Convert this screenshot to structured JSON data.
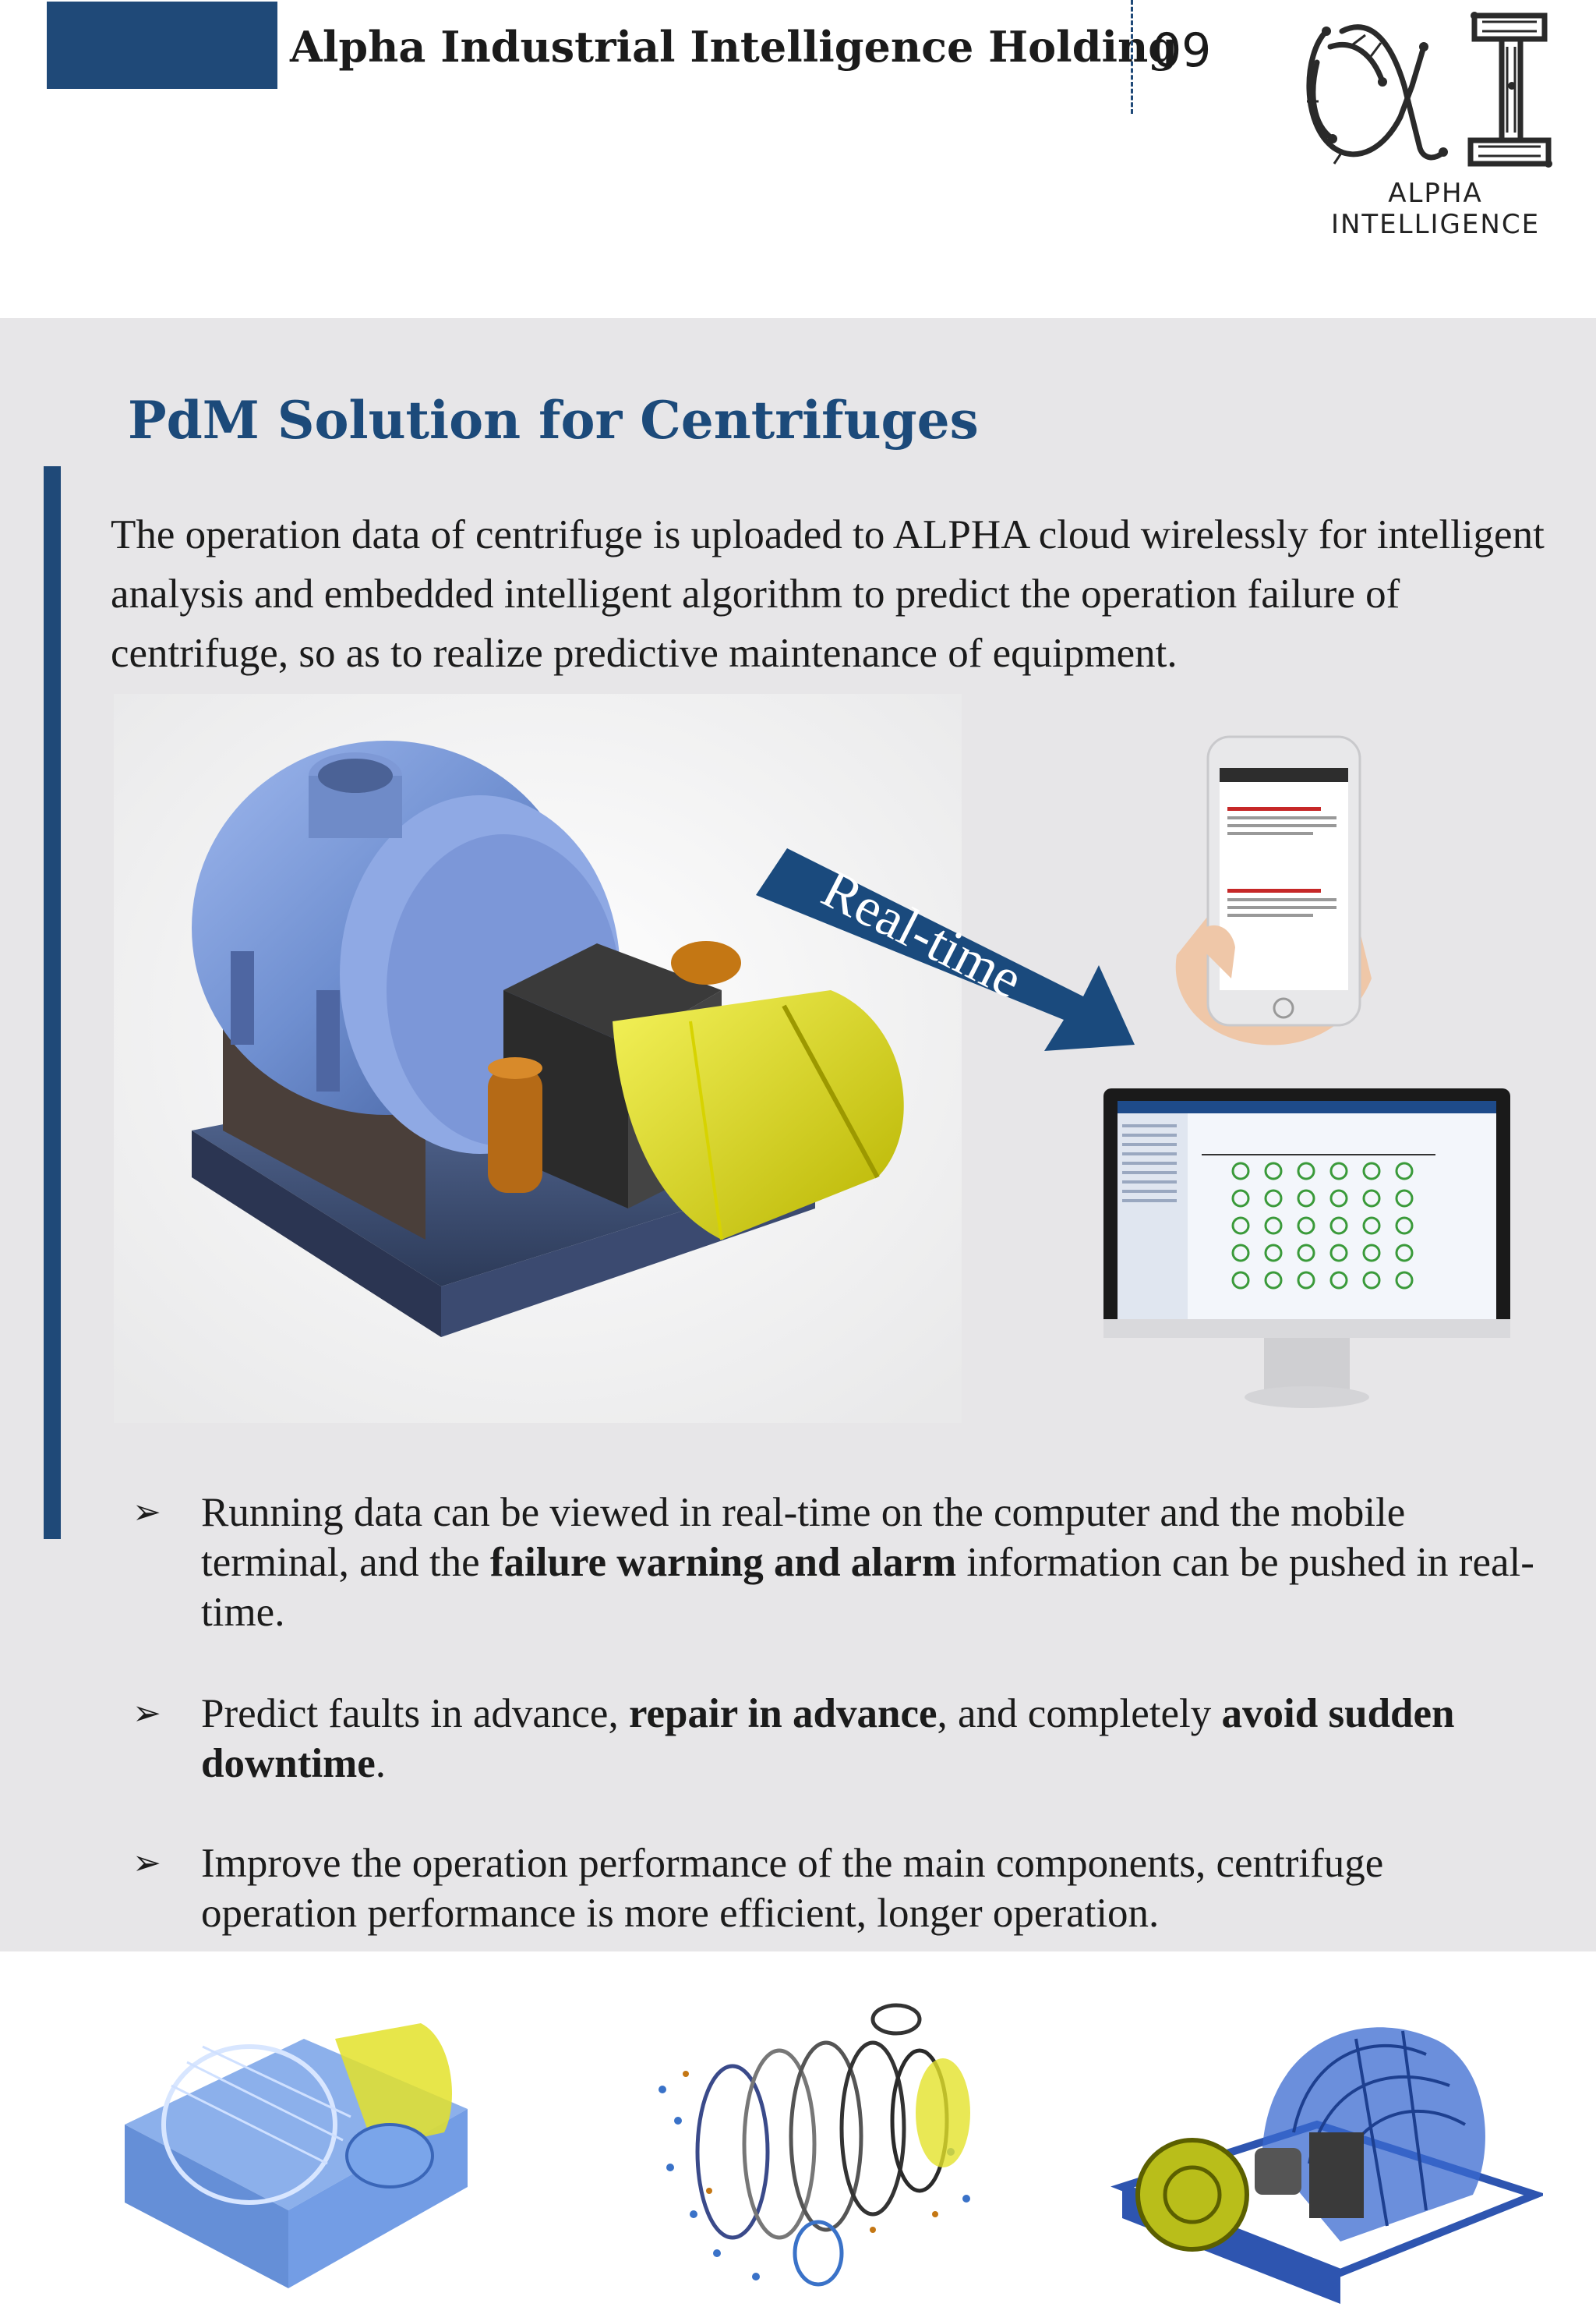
{
  "header": {
    "company": "Alpha Industrial Intelligence Holding",
    "page_number": "09",
    "logo_caption": "ALPHA INTELLIGENCE",
    "logo_icon": "alpha-ai-circuit-logo"
  },
  "section": {
    "title": "PdM Solution for Centrifuges",
    "intro": "The operation data of centrifuge is uploaded to ALPHA cloud wirelessly for intelligent analysis and embedded intelligent algorithm to predict the operation failure of centrifuge, so as to realize predictive maintenance of equipment."
  },
  "figure": {
    "arrow_label": "Real-time"
  },
  "bullets": [
    {
      "p1": "Running data can be viewed in real-time on the computer and the mobile terminal, and the ",
      "b1": "failure warning and alarm",
      "p2": " information can be pushed in real-time."
    },
    {
      "p1": "Predict faults in advance, ",
      "b1": "repair in advance",
      "p2": ", and completely ",
      "b2": "avoid sudden downtime",
      "p3": "."
    },
    {
      "p1": "Improve the operation performance of the main components, centrifuge operation performance is more efficient, longer operation."
    }
  ],
  "colors": {
    "brand_blue": "#1f4978",
    "title_blue": "#1c4a7a",
    "section_gray": "#e7e6e8",
    "machine_blue": "#6f8fd0",
    "machine_yellow": "#e6e21a"
  }
}
